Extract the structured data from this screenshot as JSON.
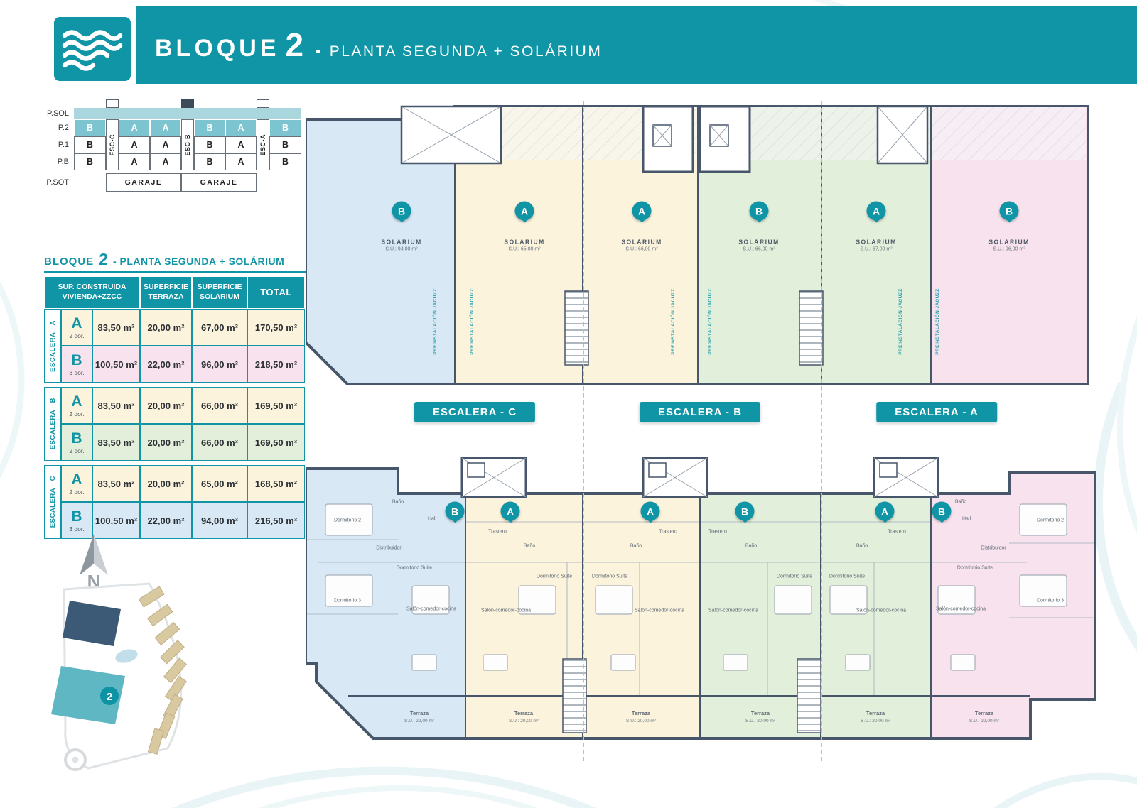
{
  "header": {
    "brand_word": "BLOQUE",
    "brand_num": "2",
    "dash": "-",
    "subtitle": "PLANTA SEGUNDA + SOLÁRIUM"
  },
  "stack": {
    "floors": [
      "P.SOL",
      "P.2",
      "P.1",
      "P.B",
      "P.SOT"
    ],
    "esc": [
      "ESC-C",
      "ESC-B",
      "ESC-A"
    ],
    "p2": [
      "B",
      "A",
      "A",
      "B",
      "A",
      "B"
    ],
    "p1": [
      "B",
      "A",
      "A",
      "B",
      "A",
      "B"
    ],
    "pb": [
      "B",
      "A",
      "A",
      "B",
      "A",
      "B"
    ],
    "garaje": "GARAJE"
  },
  "table": {
    "title": {
      "word": "BLOQUE",
      "num": "2",
      "rest": "- PLANTA SEGUNDA + SOLÁRIUM"
    },
    "headers": {
      "built_l1": "SUP. CONSTRUIDA",
      "built_l2": "VIVIENDA+ZZCC",
      "terrace_l1": "SUPERFICIE",
      "terrace_l2": "TERRAZA",
      "solarium_l1": "SUPERFICIE",
      "solarium_l2": "SOLÁRIUM",
      "total": "TOTAL"
    },
    "groups": [
      {
        "label": "ESCALERA - A",
        "rows": [
          {
            "unit": "A",
            "dorm": "2 dor.",
            "built": "83,50 m²",
            "terrace": "20,00 m²",
            "solarium": "67,00 m²",
            "total": "170,50 m²"
          },
          {
            "unit": "B",
            "dorm": "3 dor.",
            "built": "100,50 m²",
            "terrace": "22,00 m²",
            "solarium": "96,00 m²",
            "total": "218,50 m²"
          }
        ]
      },
      {
        "label": "ESCALERA - B",
        "rows": [
          {
            "unit": "A",
            "dorm": "2 dor.",
            "built": "83,50 m²",
            "terrace": "20,00 m²",
            "solarium": "66,00 m²",
            "total": "169,50 m²"
          },
          {
            "unit": "B",
            "dorm": "2 dor.",
            "built": "83,50 m²",
            "terrace": "20,00 m²",
            "solarium": "66,00 m²",
            "total": "169,50 m²"
          }
        ]
      },
      {
        "label": "ESCALERA - C",
        "rows": [
          {
            "unit": "A",
            "dorm": "2 dor.",
            "built": "83,50 m²",
            "terrace": "20,00 m²",
            "solarium": "65,00 m²",
            "total": "168,50 m²"
          },
          {
            "unit": "B",
            "dorm": "3 dor.",
            "built": "100,50 m²",
            "terrace": "22,00 m²",
            "solarium": "94,00 m²",
            "total": "216,50 m²"
          }
        ]
      }
    ]
  },
  "plans": {
    "sections": [
      "ESCALERA - C",
      "ESCALERA - B",
      "ESCALERA - A"
    ],
    "solarium_zones": [
      {
        "letter": "B",
        "name": "SOLÁRIUM",
        "su": "S.U.: 94,00 m²"
      },
      {
        "letter": "A",
        "name": "SOLÁRIUM",
        "su": "S.U.: 65,00 m²"
      },
      {
        "letter": "A",
        "name": "SOLÁRIUM",
        "su": "S.U.: 66,00 m²"
      },
      {
        "letter": "B",
        "name": "SOLÁRIUM",
        "su": "S.U.: 66,00 m²"
      },
      {
        "letter": "A",
        "name": "SOLÁRIUM",
        "su": "S.U.: 67,00 m²"
      },
      {
        "letter": "B",
        "name": "SOLÁRIUM",
        "su": "S.U.: 96,00 m²"
      }
    ],
    "jacuzzi": "PREINSTALACIÓN JACUZZI",
    "floor_units": [
      {
        "letter": "B",
        "terraza_su": "S.U.: 22,00 m²"
      },
      {
        "letter": "A",
        "terraza_su": "S.U.: 20,00 m²"
      },
      {
        "letter": "A",
        "terraza_su": "S.U.: 20,00 m²"
      },
      {
        "letter": "B",
        "terraza_su": "S.U.: 20,00 m²"
      },
      {
        "letter": "A",
        "terraza_su": "S.U.: 20,00 m²"
      },
      {
        "letter": "B",
        "terraza_su": "S.U.: 22,00 m²"
      }
    ],
    "rooms": {
      "salon": "Salón-comedor-cocina",
      "suite": "Dormitorio Suite",
      "dorm2": "Dormitorio 2",
      "dorm3": "Dormitorio 3",
      "banio": "Baño",
      "hall": "Hall",
      "distribuidor": "Distribuidor",
      "trastero": "Trastero",
      "terraza": "Terraza"
    }
  },
  "site_map": {
    "badge": "2"
  },
  "compass": {
    "label": "N"
  },
  "colors": {
    "teal": "#1095A6",
    "teal_light": "#7CC5D0",
    "unit_a_cream": "#FBF3DC",
    "unit_b_pink": "#F7E2EE",
    "unit_b_blue": "#D8E8F5",
    "unit_green": "#E2EFDA",
    "wall": "#47566A",
    "dashed_line": "#E3BF4C"
  }
}
